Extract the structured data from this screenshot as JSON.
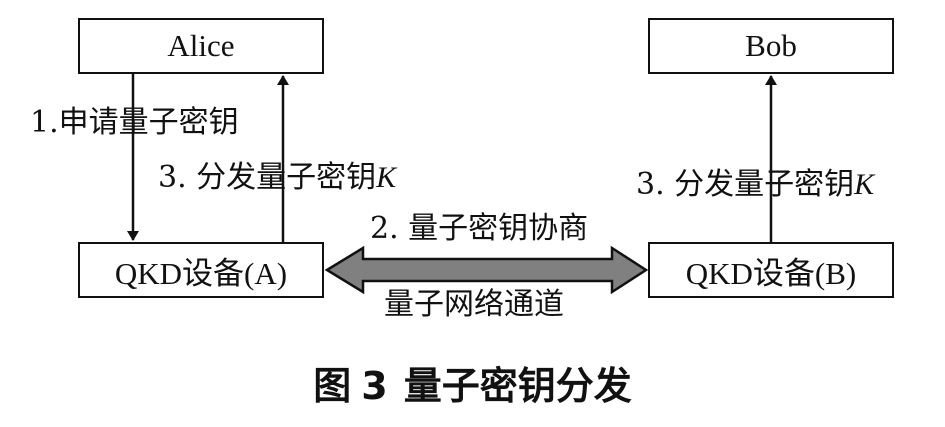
{
  "nodes": {
    "alice": "Alice",
    "bob": "Bob",
    "qkd_a": "QKD设备(A)",
    "qkd_b": "QKD设备(B)"
  },
  "edges": {
    "step1": "1.申请量子密钥",
    "step3_left": "3. 分发量子密钥",
    "step3_right": "3. 分发量子密钥",
    "key_symbol": "K",
    "step2": "2. 量子密钥协商",
    "channel": "量子网络通道"
  },
  "caption": {
    "label": "图",
    "number": "3",
    "title": "量子密钥分发"
  },
  "colors": {
    "line": "#111111",
    "channel_fill": "#808080"
  }
}
